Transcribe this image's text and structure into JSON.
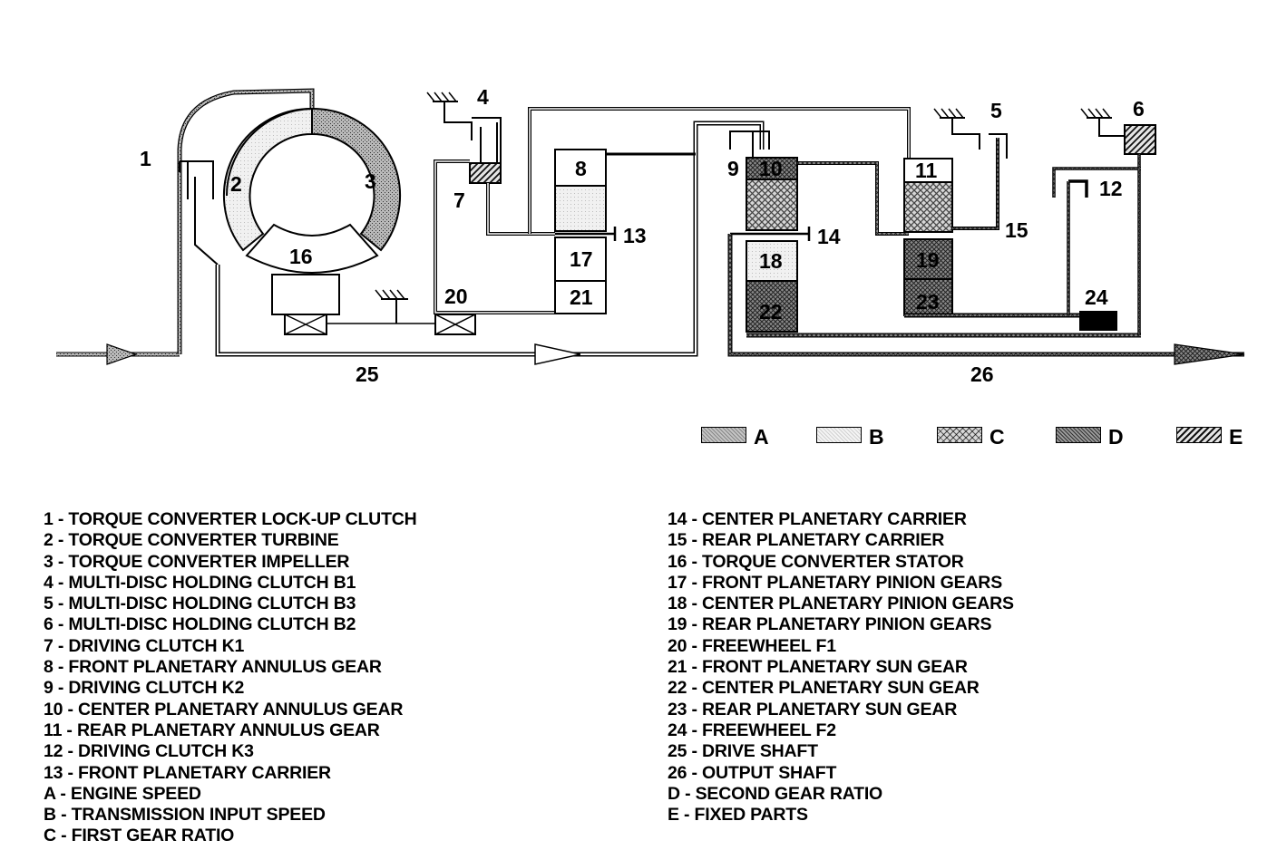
{
  "diagram": {
    "labels": {
      "n1": "1",
      "n2": "2",
      "n3": "3",
      "n4": "4",
      "n5": "5",
      "n6": "6",
      "n7": "7",
      "n8": "8",
      "n9": "9",
      "n10": "10",
      "n11": "11",
      "n12": "12",
      "n13": "13",
      "n14": "14",
      "n15": "15",
      "n16": "16",
      "n17": "17",
      "n18": "18",
      "n19": "19",
      "n20": "20",
      "n21": "21",
      "n22": "22",
      "n23": "23",
      "n24": "24",
      "n25": "25",
      "n26": "26"
    }
  },
  "legend": [
    {
      "letter": "A",
      "pattern": "A"
    },
    {
      "letter": "B",
      "pattern": "B"
    },
    {
      "letter": "C",
      "pattern": "C"
    },
    {
      "letter": "D",
      "pattern": "D"
    },
    {
      "letter": "E",
      "pattern": "E"
    }
  ],
  "key_left": [
    "1 - TORQUE CONVERTER LOCK-UP CLUTCH",
    "2 - TORQUE CONVERTER TURBINE",
    "3 - TORQUE CONVERTER IMPELLER",
    "4 - MULTI-DISC HOLDING CLUTCH B1",
    "5 - MULTI-DISC HOLDING CLUTCH B3",
    "6 - MULTI-DISC HOLDING CLUTCH B2",
    "7 - DRIVING CLUTCH K1",
    "8 - FRONT PLANETARY ANNULUS GEAR",
    "9 - DRIVING CLUTCH K2",
    "10 - CENTER PLANETARY ANNULUS GEAR",
    "11 - REAR PLANETARY ANNULUS GEAR",
    "12 - DRIVING CLUTCH K3",
    "13 - FRONT PLANETARY CARRIER",
    "A - ENGINE SPEED",
    "B - TRANSMISSION INPUT SPEED",
    "C - FIRST GEAR RATIO"
  ],
  "key_right": [
    "14 - CENTER PLANETARY CARRIER",
    "15 - REAR PLANETARY CARRIER",
    "16 - TORQUE CONVERTER STATOR",
    "17 - FRONT PLANETARY PINION GEARS",
    "18 - CENTER PLANETARY PINION GEARS",
    "19 - REAR PLANETARY PINION GEARS",
    "20 - FREEWHEEL F1",
    "21 - FRONT PLANETARY SUN GEAR",
    "22 - CENTER PLANETARY SUN GEAR",
    "23 - REAR PLANETARY SUN GEAR",
    "24 - FREEWHEEL F2",
    "25 - DRIVE SHAFT",
    "26 - OUTPUT SHAFT",
    "D - SECOND GEAR RATIO",
    "E - FIXED PARTS"
  ]
}
